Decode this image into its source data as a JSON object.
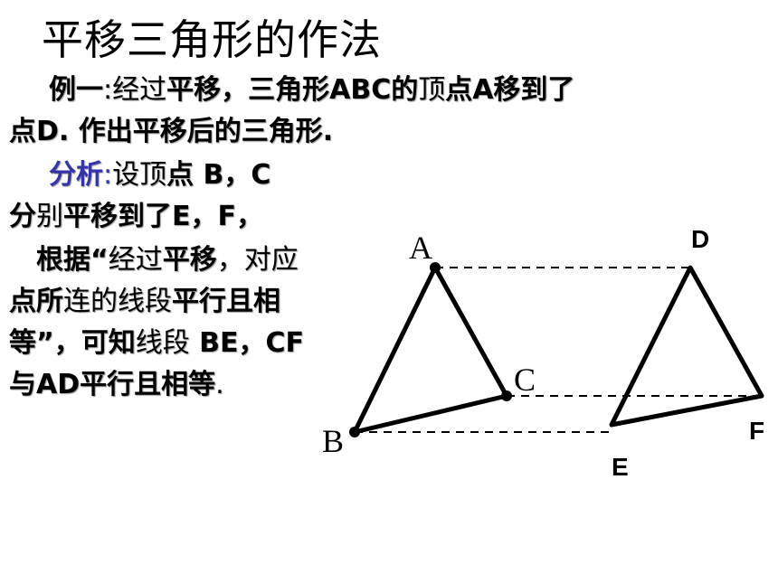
{
  "title": "平移三角形的作法",
  "example": {
    "label": "例一",
    "colon": ":",
    "line1_a": "经过",
    "line1_b": "平移，三角形ABC的",
    "line1_c": "顶",
    "line1_d": "点A移到了",
    "line2": "点D. 作出平移后的三角形."
  },
  "analysis": {
    "label": "分析",
    "colon": ":",
    "line1_a": "设顶",
    "line1_b": "点 B，C",
    "line2_a": "分",
    "line2_b": "别",
    "line2_c": "平移到了E，F，",
    "line3_a": "根据“",
    "line3_b": "经过",
    "line3_c": "平移",
    "line3_d": "，对应",
    "line4_a": "点所",
    "line4_b": "连的线段",
    "line4_c": "平行且相",
    "line5_a": "等”，可知",
    "line5_b": "线段",
    "line5_c": " BE，CF",
    "line6_a": "与AD平行且相等",
    "line6_b": "."
  },
  "diagram": {
    "labels": {
      "A": "A",
      "B": "B",
      "C": "C",
      "D": "D",
      "E": "E",
      "F": "F"
    }
  }
}
